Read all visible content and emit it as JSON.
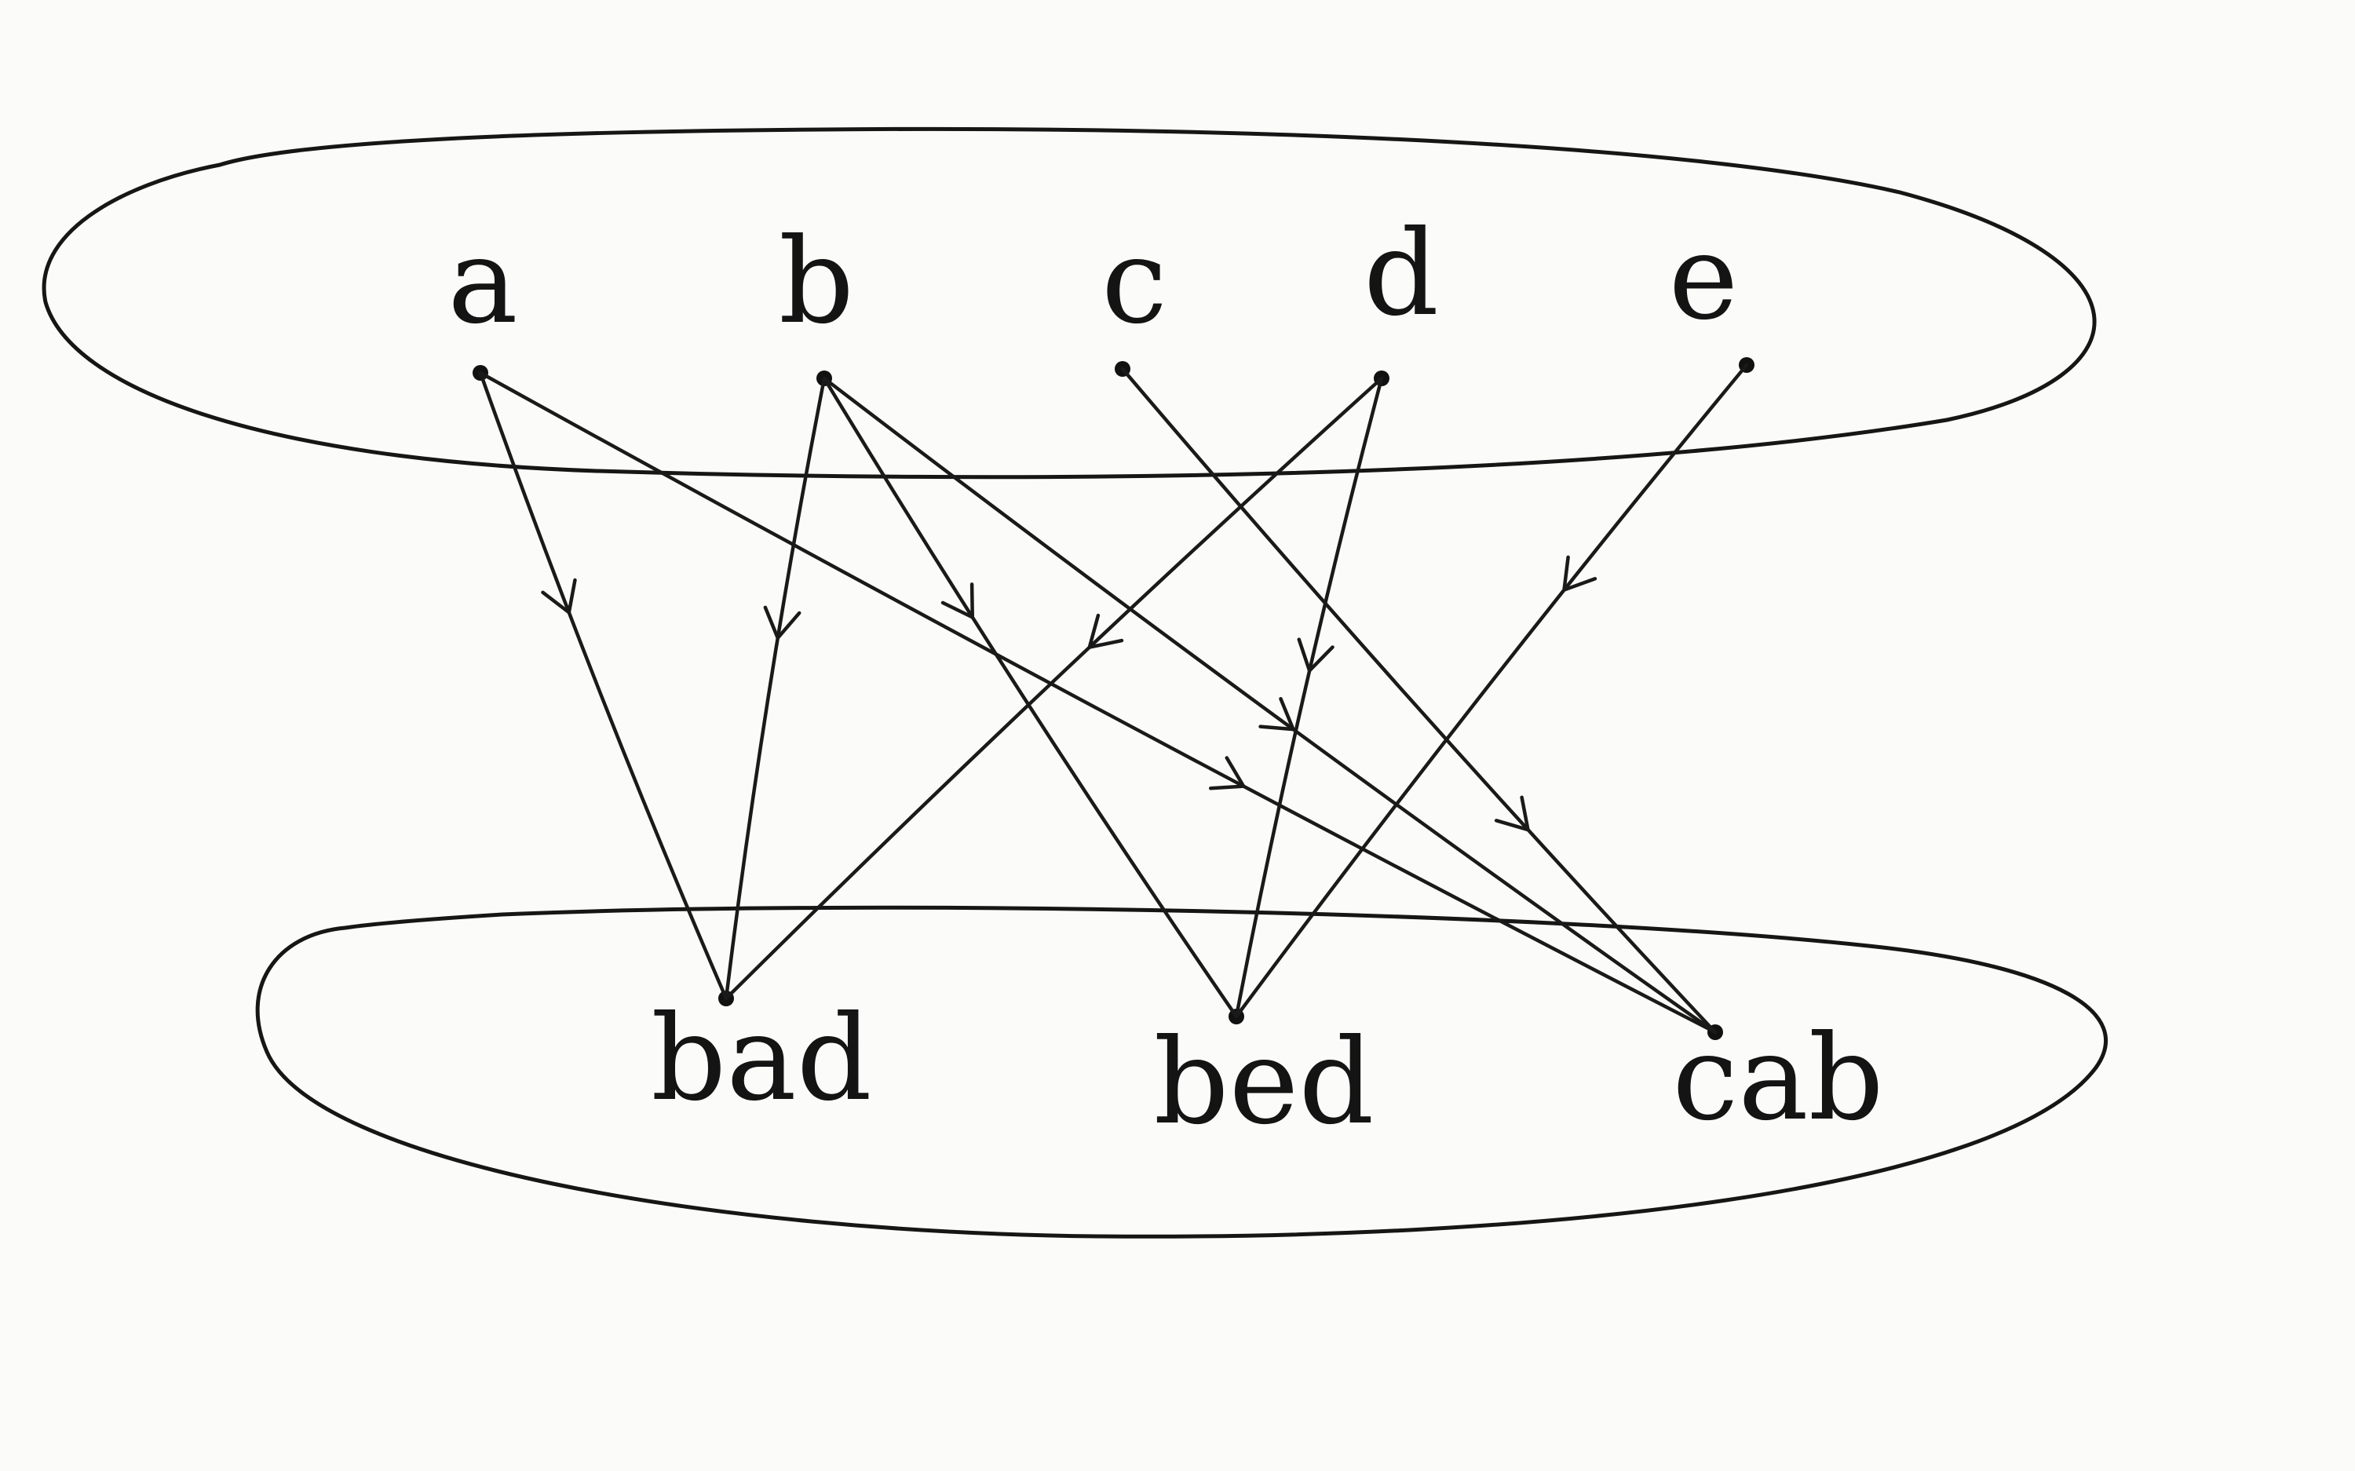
{
  "diagram": {
    "top_set": {
      "nodes": [
        {
          "id": "a",
          "label": "a"
        },
        {
          "id": "b",
          "label": "b"
        },
        {
          "id": "c",
          "label": "c"
        },
        {
          "id": "d",
          "label": "d"
        },
        {
          "id": "e",
          "label": "e"
        }
      ]
    },
    "bottom_set": {
      "nodes": [
        {
          "id": "bad",
          "label": "bad"
        },
        {
          "id": "bed",
          "label": "bed"
        },
        {
          "id": "cab",
          "label": "cab"
        }
      ]
    },
    "edges": [
      {
        "from": "a",
        "to": "bad"
      },
      {
        "from": "a",
        "to": "cab"
      },
      {
        "from": "b",
        "to": "bad"
      },
      {
        "from": "b",
        "to": "bed"
      },
      {
        "from": "b",
        "to": "cab"
      },
      {
        "from": "c",
        "to": "cab"
      },
      {
        "from": "d",
        "to": "bad"
      },
      {
        "from": "d",
        "to": "bed"
      },
      {
        "from": "e",
        "to": "bed"
      }
    ],
    "colors": {
      "ink": "#141414",
      "paper": "#fbfbf9"
    }
  }
}
